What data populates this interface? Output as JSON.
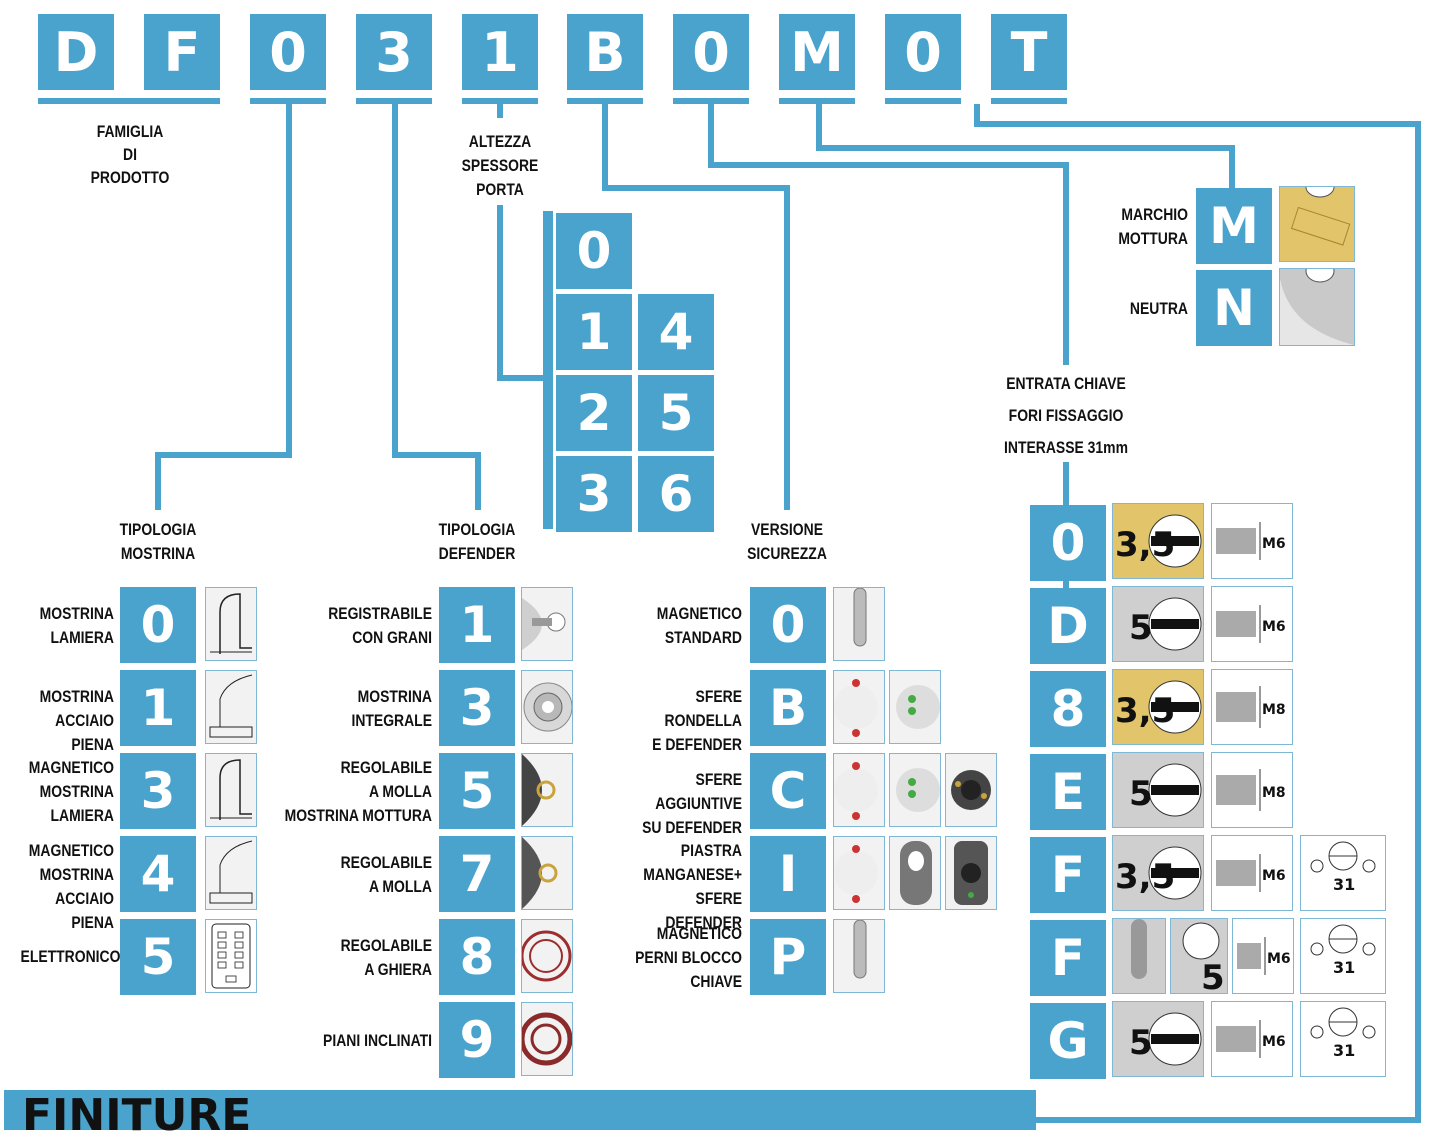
{
  "code": [
    "D",
    "F",
    "0",
    "3",
    "1",
    "B",
    "0",
    "M",
    "0",
    "T"
  ],
  "labels": {
    "famiglia": [
      "FAMIGLIA",
      "DI",
      "PRODOTTO"
    ],
    "altezza": [
      "ALTEZZA",
      "SPESSORE",
      "PORTA"
    ],
    "marchio": [
      "MARCHIO",
      "MOTTURA"
    ],
    "neutra": "NEUTRA",
    "entrata": [
      "ENTRATA CHIAVE",
      "FORI FISSAGGIO",
      "INTERASSE 31mm"
    ],
    "tipologia_mostrina": [
      "TIPOLOGIA",
      "MOSTRINA"
    ],
    "tipologia_defender": [
      "TIPOLOGIA",
      "DEFENDER"
    ],
    "versione_sicurezza": [
      "VERSIONE",
      "SICUREZZA"
    ]
  },
  "altezza_codes": [
    "0",
    "1",
    "4",
    "2",
    "5",
    "3",
    "6"
  ],
  "marchio_codes": [
    "M",
    "N"
  ],
  "mostrina": [
    {
      "code": "0",
      "label": [
        "MOSTRINA",
        "LAMIERA"
      ]
    },
    {
      "code": "1",
      "label": [
        "MOSTRINA",
        "ACCIAIO PIENA"
      ]
    },
    {
      "code": "3",
      "label": [
        "MAGNETICO",
        "MOSTRINA",
        "LAMIERA"
      ]
    },
    {
      "code": "4",
      "label": [
        "MAGNETICO",
        "MOSTRINA",
        "ACCIAIO PIENA"
      ]
    },
    {
      "code": "5",
      "label": [
        "ELETTRONICO"
      ]
    }
  ],
  "defender": [
    {
      "code": "1",
      "label": [
        "REGISTRABILE",
        "CON GRANI"
      ]
    },
    {
      "code": "3",
      "label": [
        "MOSTRINA",
        "INTEGRALE"
      ]
    },
    {
      "code": "5",
      "label": [
        "REGOLABILE",
        "A MOLLA",
        "MOSTRINA MOTTURA"
      ]
    },
    {
      "code": "7",
      "label": [
        "REGOLABILE",
        "A MOLLA"
      ]
    },
    {
      "code": "8",
      "label": [
        "REGOLABILE",
        "A GHIERA"
      ]
    },
    {
      "code": "9",
      "label": [
        "PIANI INCLINATI"
      ]
    }
  ],
  "versione": [
    {
      "code": "0",
      "label": [
        "MAGNETICO",
        "STANDARD"
      ]
    },
    {
      "code": "B",
      "label": [
        "SFERE RONDELLA",
        "E DEFENDER"
      ]
    },
    {
      "code": "C",
      "label": [
        "SFERE AGGIUNTIVE",
        "SU DEFENDER"
      ]
    },
    {
      "code": "I",
      "label": [
        "PIASTRA",
        "MANGANESE+",
        "SFERE DEFENDER"
      ]
    },
    {
      "code": "P",
      "label": [
        "MAGNETICO",
        "PERNI BLOCCO",
        "CHIAVE"
      ]
    }
  ],
  "entrata": [
    {
      "code": "0",
      "size": "3,5",
      "screw": "M6"
    },
    {
      "code": "D",
      "size": "5",
      "screw": "M6"
    },
    {
      "code": "8",
      "size": "3,5",
      "screw": "M8"
    },
    {
      "code": "E",
      "size": "5",
      "screw": "M8"
    },
    {
      "code": "F",
      "size": "3,5",
      "screw": "M6",
      "interasse": "31"
    },
    {
      "code": "F",
      "size": "5",
      "screw": "M6",
      "interasse": "31"
    },
    {
      "code": "G",
      "size": "5",
      "screw": "M6",
      "interasse": "31"
    }
  ],
  "footer_title": "FINITURE",
  "colors": {
    "accent": "#4aa3cc",
    "gold": "#e2c46a",
    "text": "#111111"
  }
}
